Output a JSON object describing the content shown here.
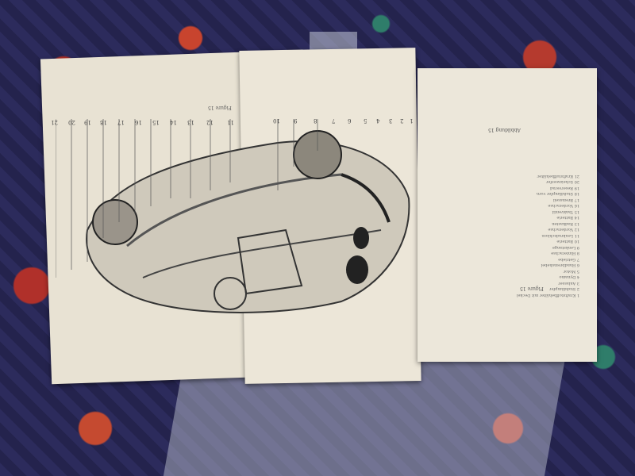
{
  "photo": {
    "subject": "book-open-with-upside-down-car-cutaway",
    "left_caption": "Figure 15",
    "right_caption_1": "Abbildung 15",
    "right_caption_2": "Figure 15",
    "callout_numbers": [
      "1",
      "2",
      "3",
      "4",
      "5",
      "6",
      "7",
      "8",
      "9",
      "10",
      "11",
      "12",
      "13",
      "14",
      "15",
      "16",
      "17",
      "18",
      "19",
      "20",
      "21"
    ],
    "legend_lines": [
      "1 Kraftstoffbehälter mit Deckel",
      "2 Stoßdämpfer",
      "3 Anlasser",
      "4 Dynamo",
      "5 Motor",
      "6 Handbremshebel",
      "7 Getriebe",
      "8 Hinterachse",
      "9 Lenkstange",
      "10 Batterie",
      "11 Lenkradschloss",
      "12 Vorderachse",
      "13 Radkasten",
      "14 Batterie",
      "15 Tankventil",
      "16 Vorderachse",
      "17 Bremsseil",
      "18 Stoßdämpfer vorn",
      "19 Reserverad",
      "20 Scheinwerfer",
      "21 Kraftstoffbehälter"
    ]
  }
}
